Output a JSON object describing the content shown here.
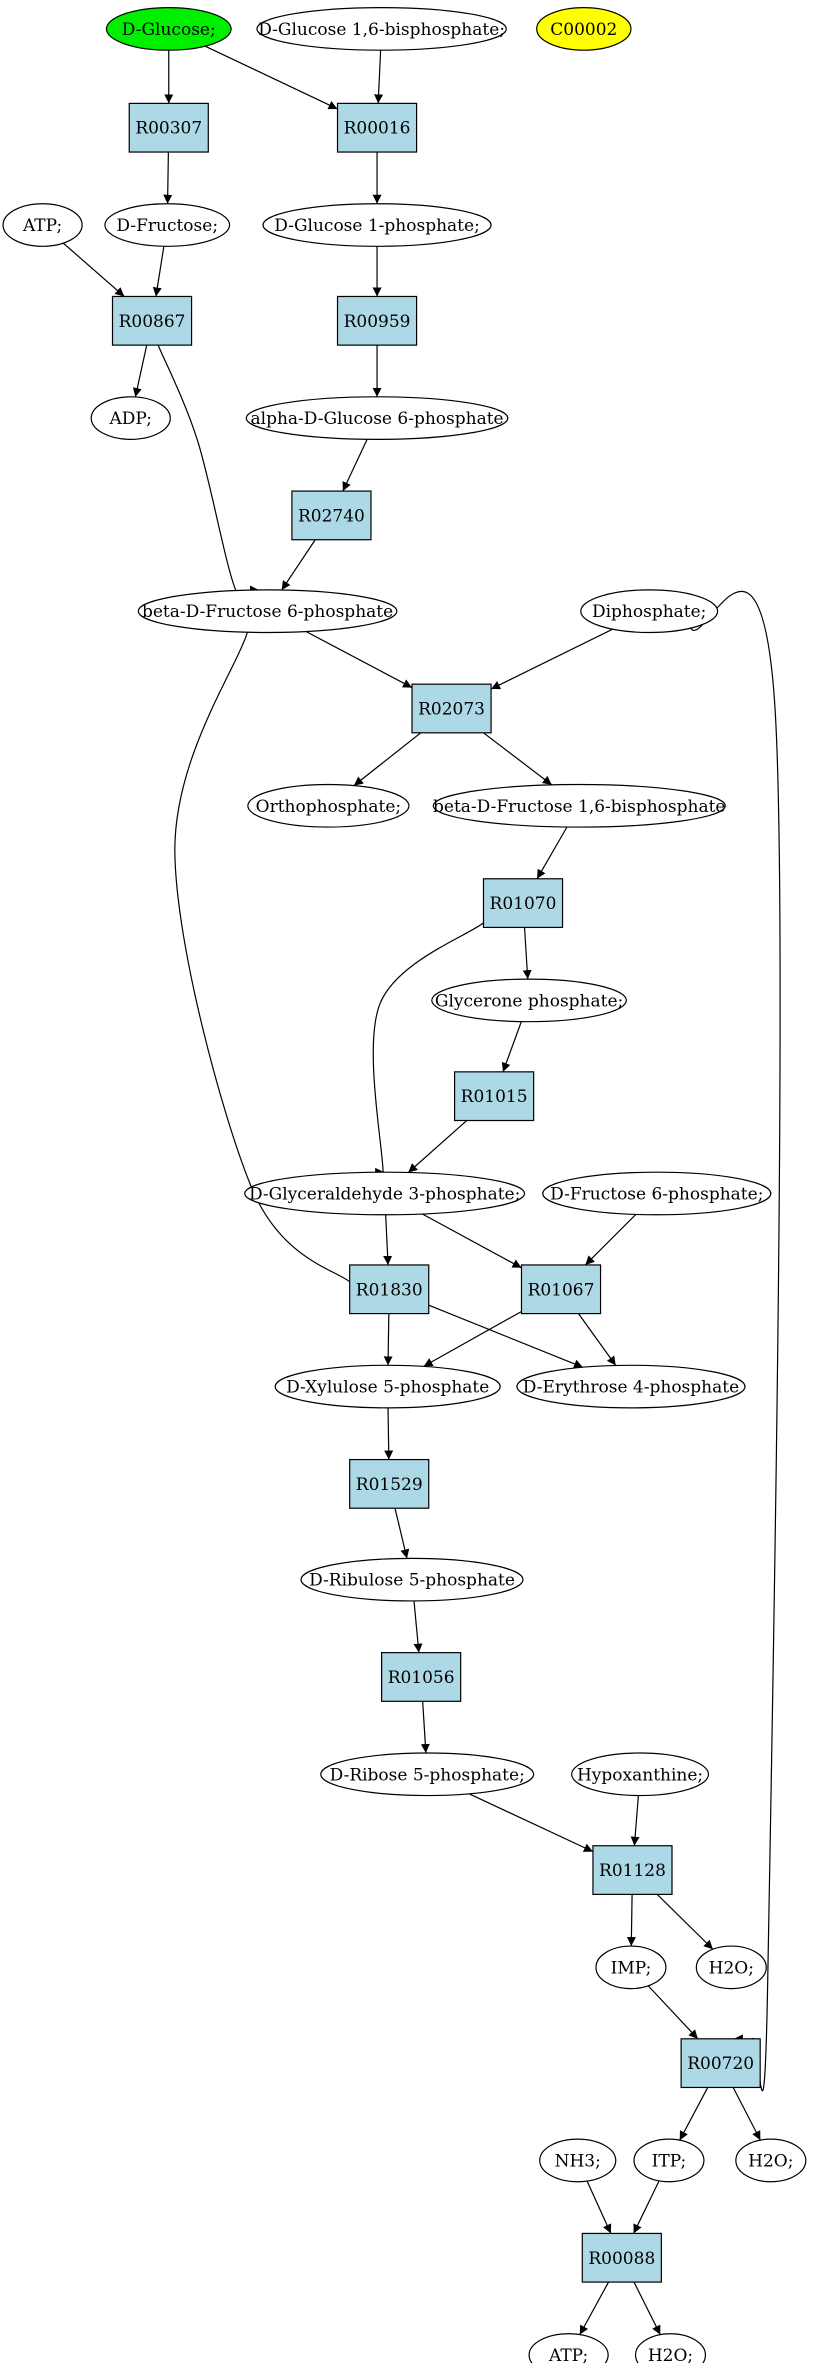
{
  "colors": {
    "reaction_fill": "#add8e6",
    "compound_fill": "#ffffff",
    "start_fill": "#00ee00",
    "highlight_fill": "#ffff00",
    "stroke": "#000000"
  },
  "nodes": [
    {
      "id": "glc",
      "label": "D-Glucose;",
      "kind": "compound",
      "fill": "start"
    },
    {
      "id": "g16bp",
      "label": "D-Glucose 1,6-bisphosphate;",
      "kind": "compound"
    },
    {
      "id": "c00002",
      "label": "C00002",
      "kind": "compound",
      "fill": "highlight"
    },
    {
      "id": "r00307",
      "label": "R00307",
      "kind": "reaction"
    },
    {
      "id": "r00016",
      "label": "R00016",
      "kind": "reaction"
    },
    {
      "id": "atp1",
      "label": "ATP;",
      "kind": "compound"
    },
    {
      "id": "fru",
      "label": "D-Fructose;",
      "kind": "compound"
    },
    {
      "id": "g1p",
      "label": "D-Glucose 1-phosphate;",
      "kind": "compound"
    },
    {
      "id": "r00867",
      "label": "R00867",
      "kind": "reaction"
    },
    {
      "id": "r00959",
      "label": "R00959",
      "kind": "reaction"
    },
    {
      "id": "adp",
      "label": "ADP;",
      "kind": "compound"
    },
    {
      "id": "ag6p",
      "label": "alpha-D-Glucose 6-phosphate",
      "kind": "compound"
    },
    {
      "id": "r02740",
      "label": "R02740",
      "kind": "reaction"
    },
    {
      "id": "bf6p",
      "label": "beta-D-Fructose 6-phosphate",
      "kind": "compound"
    },
    {
      "id": "ppi",
      "label": "Diphosphate;",
      "kind": "compound"
    },
    {
      "id": "r02073",
      "label": "R02073",
      "kind": "reaction"
    },
    {
      "id": "pi",
      "label": "Orthophosphate;",
      "kind": "compound"
    },
    {
      "id": "bf16bp",
      "label": "beta-D-Fructose 1,6-bisphosphate",
      "kind": "compound"
    },
    {
      "id": "r01070",
      "label": "R01070",
      "kind": "reaction"
    },
    {
      "id": "glyp",
      "label": "Glycerone phosphate;",
      "kind": "compound"
    },
    {
      "id": "r01015",
      "label": "R01015",
      "kind": "reaction"
    },
    {
      "id": "g3p",
      "label": "D-Glyceraldehyde 3-phosphate;",
      "kind": "compound"
    },
    {
      "id": "df6p",
      "label": "D-Fructose 6-phosphate;",
      "kind": "compound"
    },
    {
      "id": "r01830",
      "label": "R01830",
      "kind": "reaction"
    },
    {
      "id": "r01067",
      "label": "R01067",
      "kind": "reaction"
    },
    {
      "id": "xu5p",
      "label": "D-Xylulose 5-phosphate",
      "kind": "compound"
    },
    {
      "id": "e4p",
      "label": "D-Erythrose 4-phosphate",
      "kind": "compound"
    },
    {
      "id": "r01529",
      "label": "R01529",
      "kind": "reaction"
    },
    {
      "id": "ru5p",
      "label": "D-Ribulose 5-phosphate",
      "kind": "compound"
    },
    {
      "id": "r01056",
      "label": "R01056",
      "kind": "reaction"
    },
    {
      "id": "r5p",
      "label": "D-Ribose 5-phosphate;",
      "kind": "compound"
    },
    {
      "id": "hyp",
      "label": "Hypoxanthine;",
      "kind": "compound"
    },
    {
      "id": "r01128",
      "label": "R01128",
      "kind": "reaction"
    },
    {
      "id": "imp",
      "label": "IMP;",
      "kind": "compound"
    },
    {
      "id": "h2o1",
      "label": "H2O;",
      "kind": "compound"
    },
    {
      "id": "r00720",
      "label": "R00720",
      "kind": "reaction"
    },
    {
      "id": "nh3",
      "label": "NH3;",
      "kind": "compound"
    },
    {
      "id": "itp",
      "label": "ITP;",
      "kind": "compound"
    },
    {
      "id": "h2o2",
      "label": "H2O;",
      "kind": "compound"
    },
    {
      "id": "r00088",
      "label": "R00088",
      "kind": "reaction"
    },
    {
      "id": "atp2",
      "label": "ATP;",
      "kind": "compound"
    },
    {
      "id": "h2o3",
      "label": "H2O;",
      "kind": "compound"
    }
  ],
  "edges": [
    {
      "from": "glc",
      "to": "r00307"
    },
    {
      "from": "glc",
      "to": "r00016"
    },
    {
      "from": "g16bp",
      "to": "r00016"
    },
    {
      "from": "r00307",
      "to": "fru"
    },
    {
      "from": "r00016",
      "to": "g1p"
    },
    {
      "from": "atp1",
      "to": "r00867"
    },
    {
      "from": "fru",
      "to": "r00867"
    },
    {
      "from": "g1p",
      "to": "r00959"
    },
    {
      "from": "r00867",
      "to": "adp"
    },
    {
      "from": "r00867",
      "to": "bf6p"
    },
    {
      "from": "r00959",
      "to": "ag6p"
    },
    {
      "from": "ag6p",
      "to": "r02740"
    },
    {
      "from": "r02740",
      "to": "bf6p"
    },
    {
      "from": "bf6p",
      "to": "r02073"
    },
    {
      "from": "ppi",
      "to": "r02073"
    },
    {
      "from": "bf6p",
      "to": "r01830"
    },
    {
      "from": "ppi",
      "to": "r00720"
    },
    {
      "from": "r02073",
      "to": "pi"
    },
    {
      "from": "r02073",
      "to": "bf16bp"
    },
    {
      "from": "bf16bp",
      "to": "r01070"
    },
    {
      "from": "r01070",
      "to": "glyp"
    },
    {
      "from": "r01070",
      "to": "g3p"
    },
    {
      "from": "glyp",
      "to": "r01015"
    },
    {
      "from": "r01015",
      "to": "g3p"
    },
    {
      "from": "g3p",
      "to": "r01830"
    },
    {
      "from": "g3p",
      "to": "r01067"
    },
    {
      "from": "df6p",
      "to": "r01067"
    },
    {
      "from": "r01830",
      "to": "xu5p"
    },
    {
      "from": "r01830",
      "to": "e4p"
    },
    {
      "from": "r01067",
      "to": "xu5p"
    },
    {
      "from": "r01067",
      "to": "e4p"
    },
    {
      "from": "xu5p",
      "to": "r01529"
    },
    {
      "from": "r01529",
      "to": "ru5p"
    },
    {
      "from": "ru5p",
      "to": "r01056"
    },
    {
      "from": "r01056",
      "to": "r5p"
    },
    {
      "from": "r5p",
      "to": "r01128"
    },
    {
      "from": "hyp",
      "to": "r01128"
    },
    {
      "from": "r01128",
      "to": "imp"
    },
    {
      "from": "r01128",
      "to": "h2o1"
    },
    {
      "from": "imp",
      "to": "r00720"
    },
    {
      "from": "r00720",
      "to": "itp"
    },
    {
      "from": "r00720",
      "to": "h2o2"
    },
    {
      "from": "nh3",
      "to": "r00088"
    },
    {
      "from": "itp",
      "to": "r00088"
    },
    {
      "from": "r00088",
      "to": "atp2"
    },
    {
      "from": "r00088",
      "to": "h2o3"
    }
  ]
}
